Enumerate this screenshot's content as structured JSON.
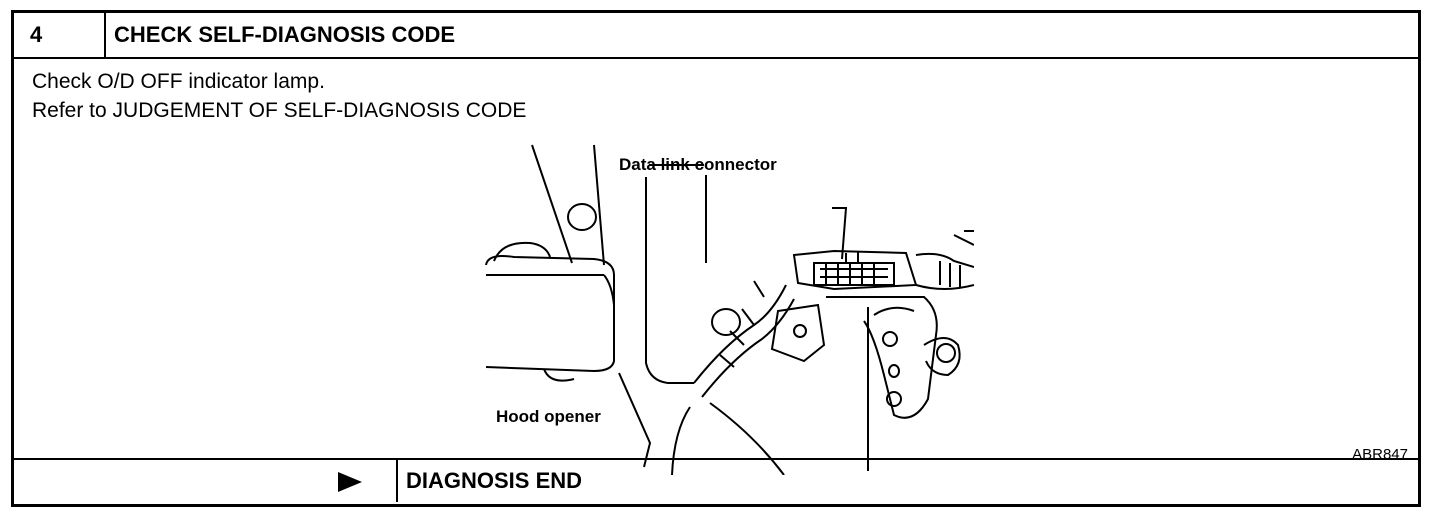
{
  "step": {
    "number": "4",
    "title": "CHECK SELF-DIAGNOSIS CODE"
  },
  "instructions": [
    "Check O/D OFF indicator lamp.",
    "Refer to JUDGEMENT OF SELF-DIAGNOSIS CODE"
  ],
  "figure": {
    "callouts": {
      "data_link_connector": "Data link connector",
      "hood_opener": "Hood opener"
    },
    "figure_id": "ABR847"
  },
  "result": {
    "arrow_icon": "right-triangle-icon",
    "label": "DIAGNOSIS END"
  }
}
